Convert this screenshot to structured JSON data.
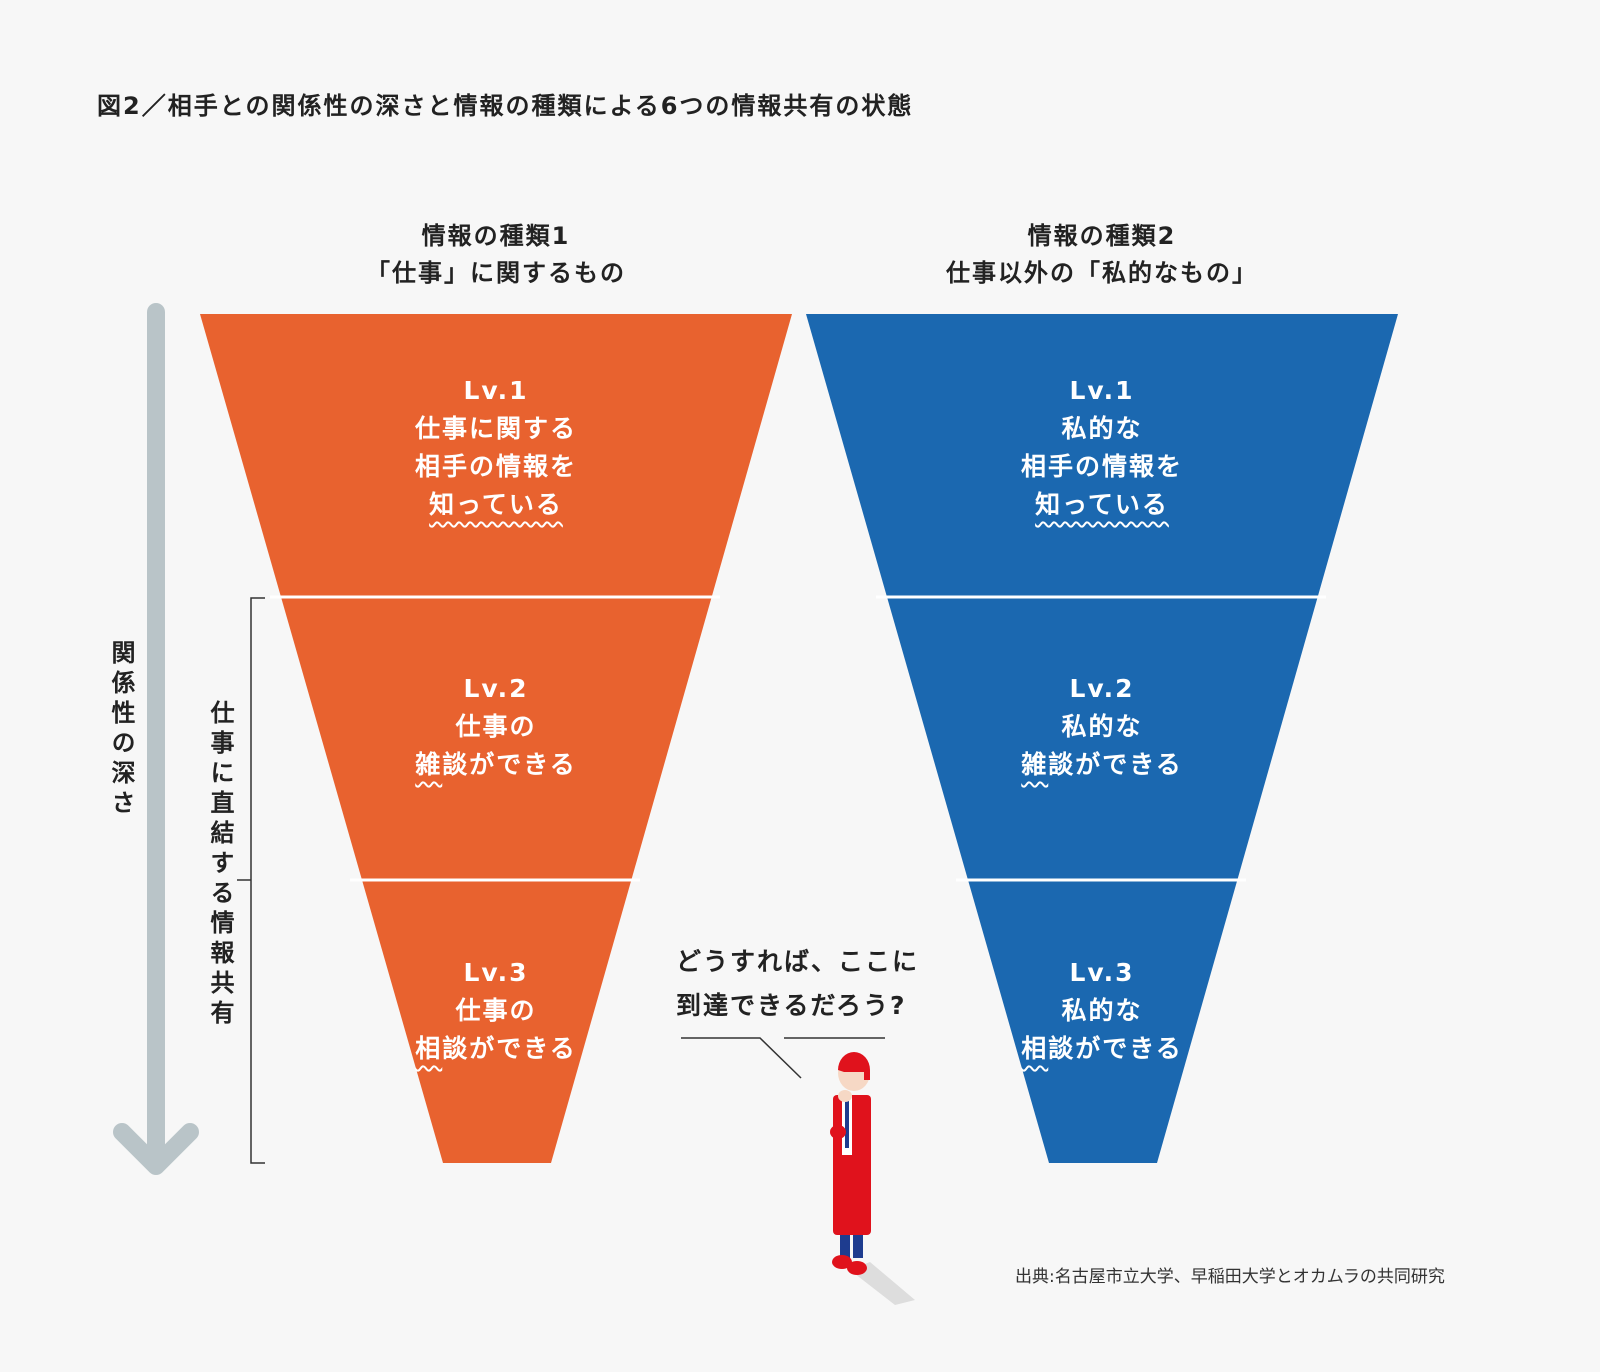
{
  "title": "図2／相手との関係性の深さと情報の種類による6つの情報共有の状態",
  "axis_label": "関係性の深さ",
  "bracket_label": "仕事に直結する情報共有",
  "funnels": [
    {
      "header_line1": "情報の種類1",
      "header_line2": "「仕事」に関するもの",
      "color": "#E8622F",
      "levels": [
        {
          "lines": [
            {
              "u": "",
              "t": "Lv.1"
            },
            {
              "u": "",
              "t": "仕事に関する"
            },
            {
              "u": "",
              "t": "相手の情報を"
            },
            {
              "u": "知っている",
              "t": ""
            }
          ]
        },
        {
          "lines": [
            {
              "u": "",
              "t": "Lv.2"
            },
            {
              "u": "",
              "t": "仕事の"
            },
            {
              "u": "雑",
              "t": "談ができる"
            }
          ]
        },
        {
          "lines": [
            {
              "u": "",
              "t": "Lv.3"
            },
            {
              "u": "",
              "t": "仕事の"
            },
            {
              "u": "相",
              "t": "談ができる"
            }
          ]
        }
      ]
    },
    {
      "header_line1": "情報の種類2",
      "header_line2": "仕事以外の「私的なもの」",
      "color": "#1B68B0",
      "levels": [
        {
          "lines": [
            {
              "u": "",
              "t": "Lv.1"
            },
            {
              "u": "",
              "t": "私的な"
            },
            {
              "u": "",
              "t": "相手の情報を"
            },
            {
              "u": "知っている",
              "t": ""
            }
          ]
        },
        {
          "lines": [
            {
              "u": "",
              "t": "Lv.2"
            },
            {
              "u": "",
              "t": "私的な"
            },
            {
              "u": "雑",
              "t": "談ができる"
            }
          ]
        },
        {
          "lines": [
            {
              "u": "",
              "t": "Lv.3"
            },
            {
              "u": "",
              "t": "私的な"
            },
            {
              "u": "相",
              "t": "談ができる"
            }
          ]
        }
      ]
    }
  ],
  "speech": {
    "line1": "どうすれば、ここに",
    "line2": "到達できるだろう?"
  },
  "source": "出典:名古屋市立大学、早稲田大学とオカムラの共同研究",
  "colors": {
    "arrow": "#B9C4C8",
    "person": "#E0121C",
    "pants": "#1E3C8F"
  }
}
